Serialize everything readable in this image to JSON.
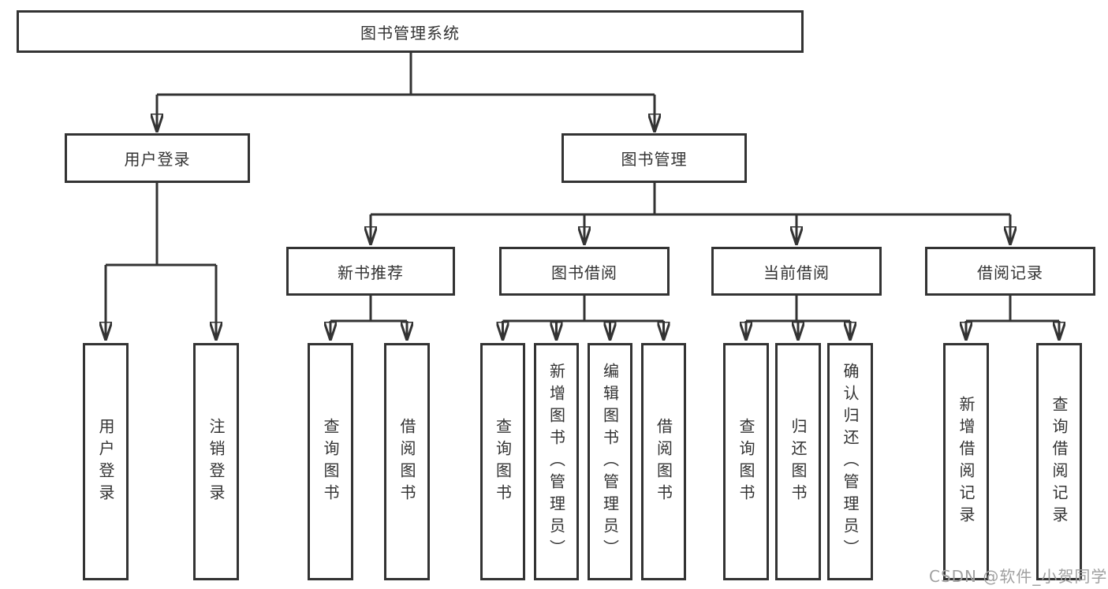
{
  "diagram": {
    "root": {
      "label": "图书管理系统"
    },
    "user_login": {
      "label": "用户登录",
      "children": {
        "login": "用户登录",
        "logout": "注销登录"
      }
    },
    "book_mgmt": {
      "label": "图书管理",
      "new_book": {
        "label": "新书推荐",
        "children": {
          "query": "查询图书",
          "borrow": "借阅图书"
        }
      },
      "borrowing": {
        "label": "图书借阅",
        "children": {
          "query": "查询图书",
          "add": "新增图书（管理员）",
          "edit": "编辑图书（管理员）",
          "borrow": "借阅图书"
        }
      },
      "current": {
        "label": "当前借阅",
        "children": {
          "query": "查询图书",
          "return": "归还图书",
          "confirm": "确认归还（管理员）"
        }
      },
      "records": {
        "label": "借阅记录",
        "children": {
          "add": "新增借阅记录",
          "query": "查询借阅记录"
        }
      }
    },
    "watermark": "CSDN @软件_小贺同学"
  },
  "colors": {
    "line": "#333333",
    "text": "#333333",
    "watermark": "#a0a0a0",
    "background": "#ffffff"
  }
}
